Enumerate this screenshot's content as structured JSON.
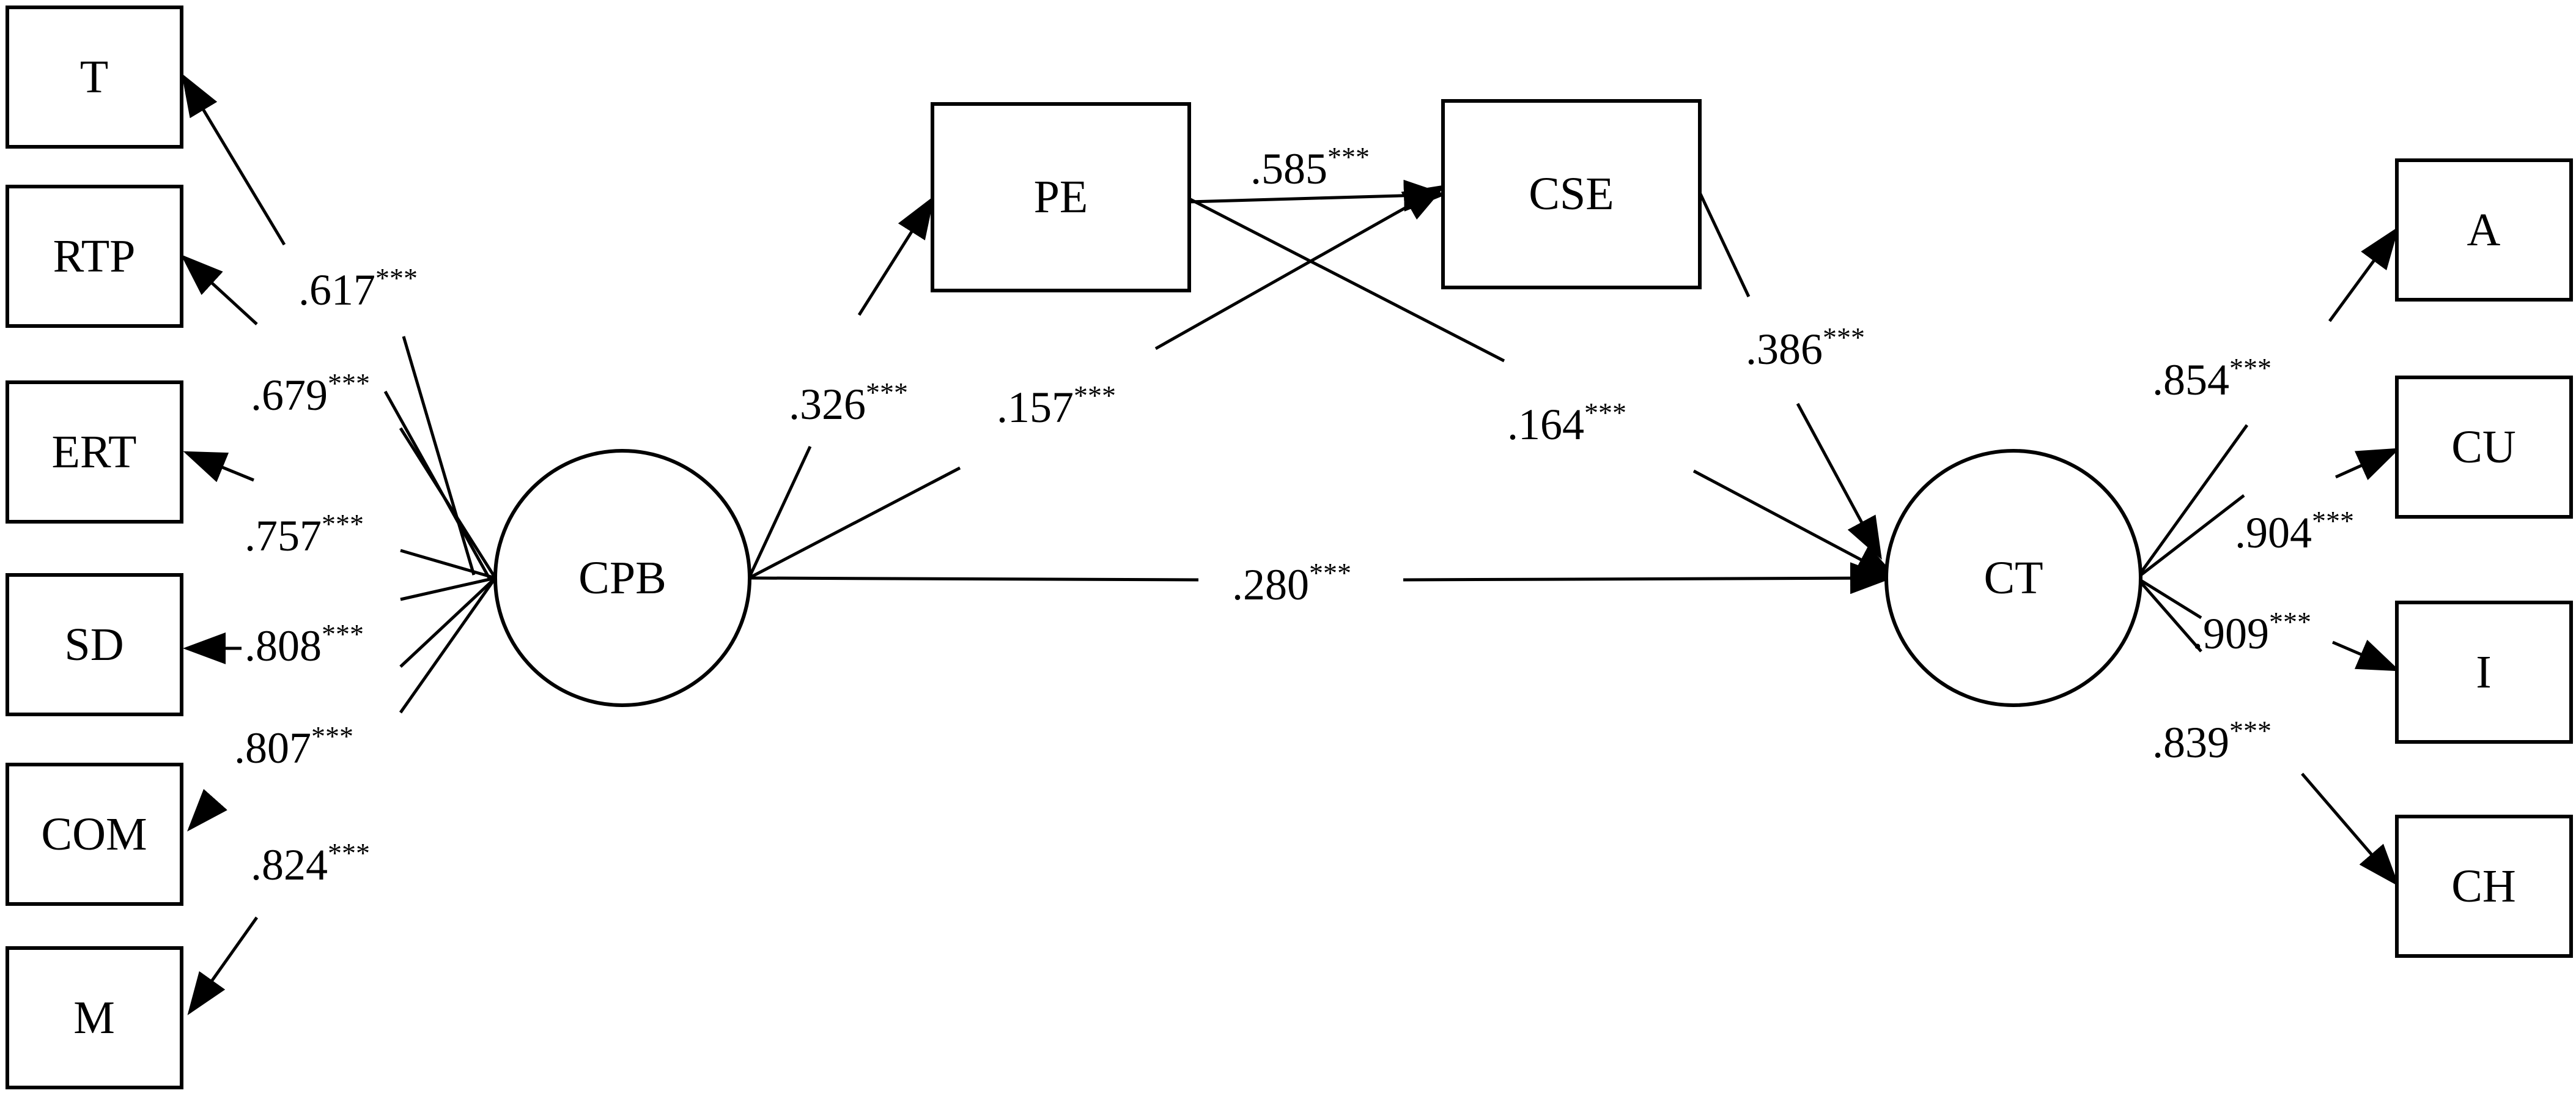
{
  "nodes": {
    "T": "T",
    "RTP": "RTP",
    "ERT": "ERT",
    "SD": "SD",
    "COM": "COM",
    "M": "M",
    "CPB": "CPB",
    "PE": "PE",
    "CSE": "CSE",
    "CT": "CT",
    "A": "A",
    "CU": "CU",
    "I": "I",
    "CH": "CH"
  },
  "edges": {
    "cpb_t": {
      "value": ".617",
      "sig": "***"
    },
    "cpb_rtp": {
      "value": ".679",
      "sig": "***"
    },
    "cpb_ert": {
      "value": ".757",
      "sig": "***"
    },
    "cpb_sd": {
      "value": ".808",
      "sig": "***"
    },
    "cpb_com": {
      "value": ".807",
      "sig": "***"
    },
    "cpb_m": {
      "value": ".824",
      "sig": "***"
    },
    "cpb_pe": {
      "value": ".326",
      "sig": "***"
    },
    "cpb_cse": {
      "value": ".157",
      "sig": "***"
    },
    "pe_cse": {
      "value": ".585",
      "sig": "***"
    },
    "pe_ct": {
      "value": ".164",
      "sig": "***"
    },
    "cse_ct": {
      "value": ".386",
      "sig": "***"
    },
    "cpb_ct": {
      "value": ".280",
      "sig": "***"
    },
    "ct_a": {
      "value": ".854",
      "sig": "***"
    },
    "ct_cu": {
      "value": ".904",
      "sig": "***"
    },
    "ct_i": {
      "value": ".909",
      "sig": "***"
    },
    "ct_ch": {
      "value": ".839",
      "sig": "***"
    }
  }
}
